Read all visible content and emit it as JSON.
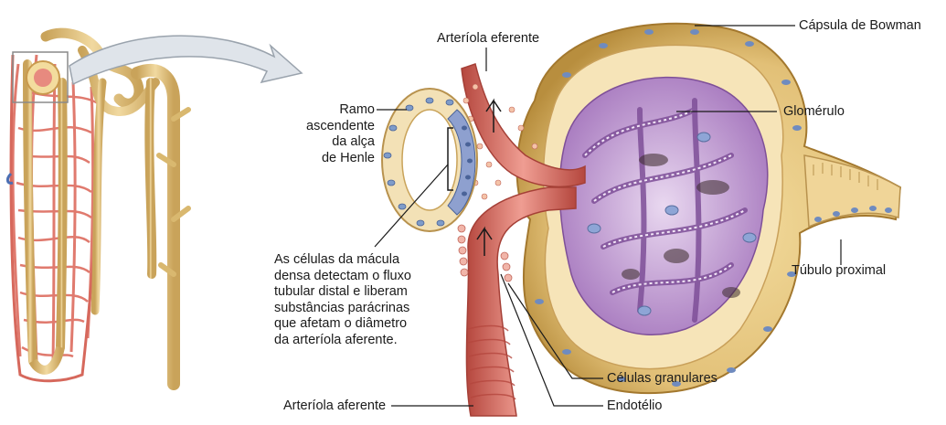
{
  "labels": {
    "bowman": "Cápsula de Bowman",
    "efferent": "Arteríola eferente",
    "ascending": [
      "Ramo",
      "ascendente",
      "da alça",
      "de Henle"
    ],
    "glomerulus": "Glomérulo",
    "proximal": "Túbulo proximal",
    "macula_note": [
      "As células da mácula",
      "densa detectam o fluxo",
      "tubular distal e liberam",
      "substâncias parácrinas",
      "que afetam o diâmetro",
      "da arteríola aferente."
    ],
    "granular": "Células granulares",
    "afferent": "Arteríola aferente",
    "endothelium": "Endotélio"
  },
  "colors": {
    "tubule": "#e6c98a",
    "tubule_dark": "#b8924e",
    "vessel": "#e07a6e",
    "vessel_dark": "#b5473e",
    "capsule": "#d6b25e",
    "glomerulus": "#c9a6d8",
    "glomerulus_dark": "#8c5aa3",
    "cell_nucleus": "#7f9cc9"
  }
}
